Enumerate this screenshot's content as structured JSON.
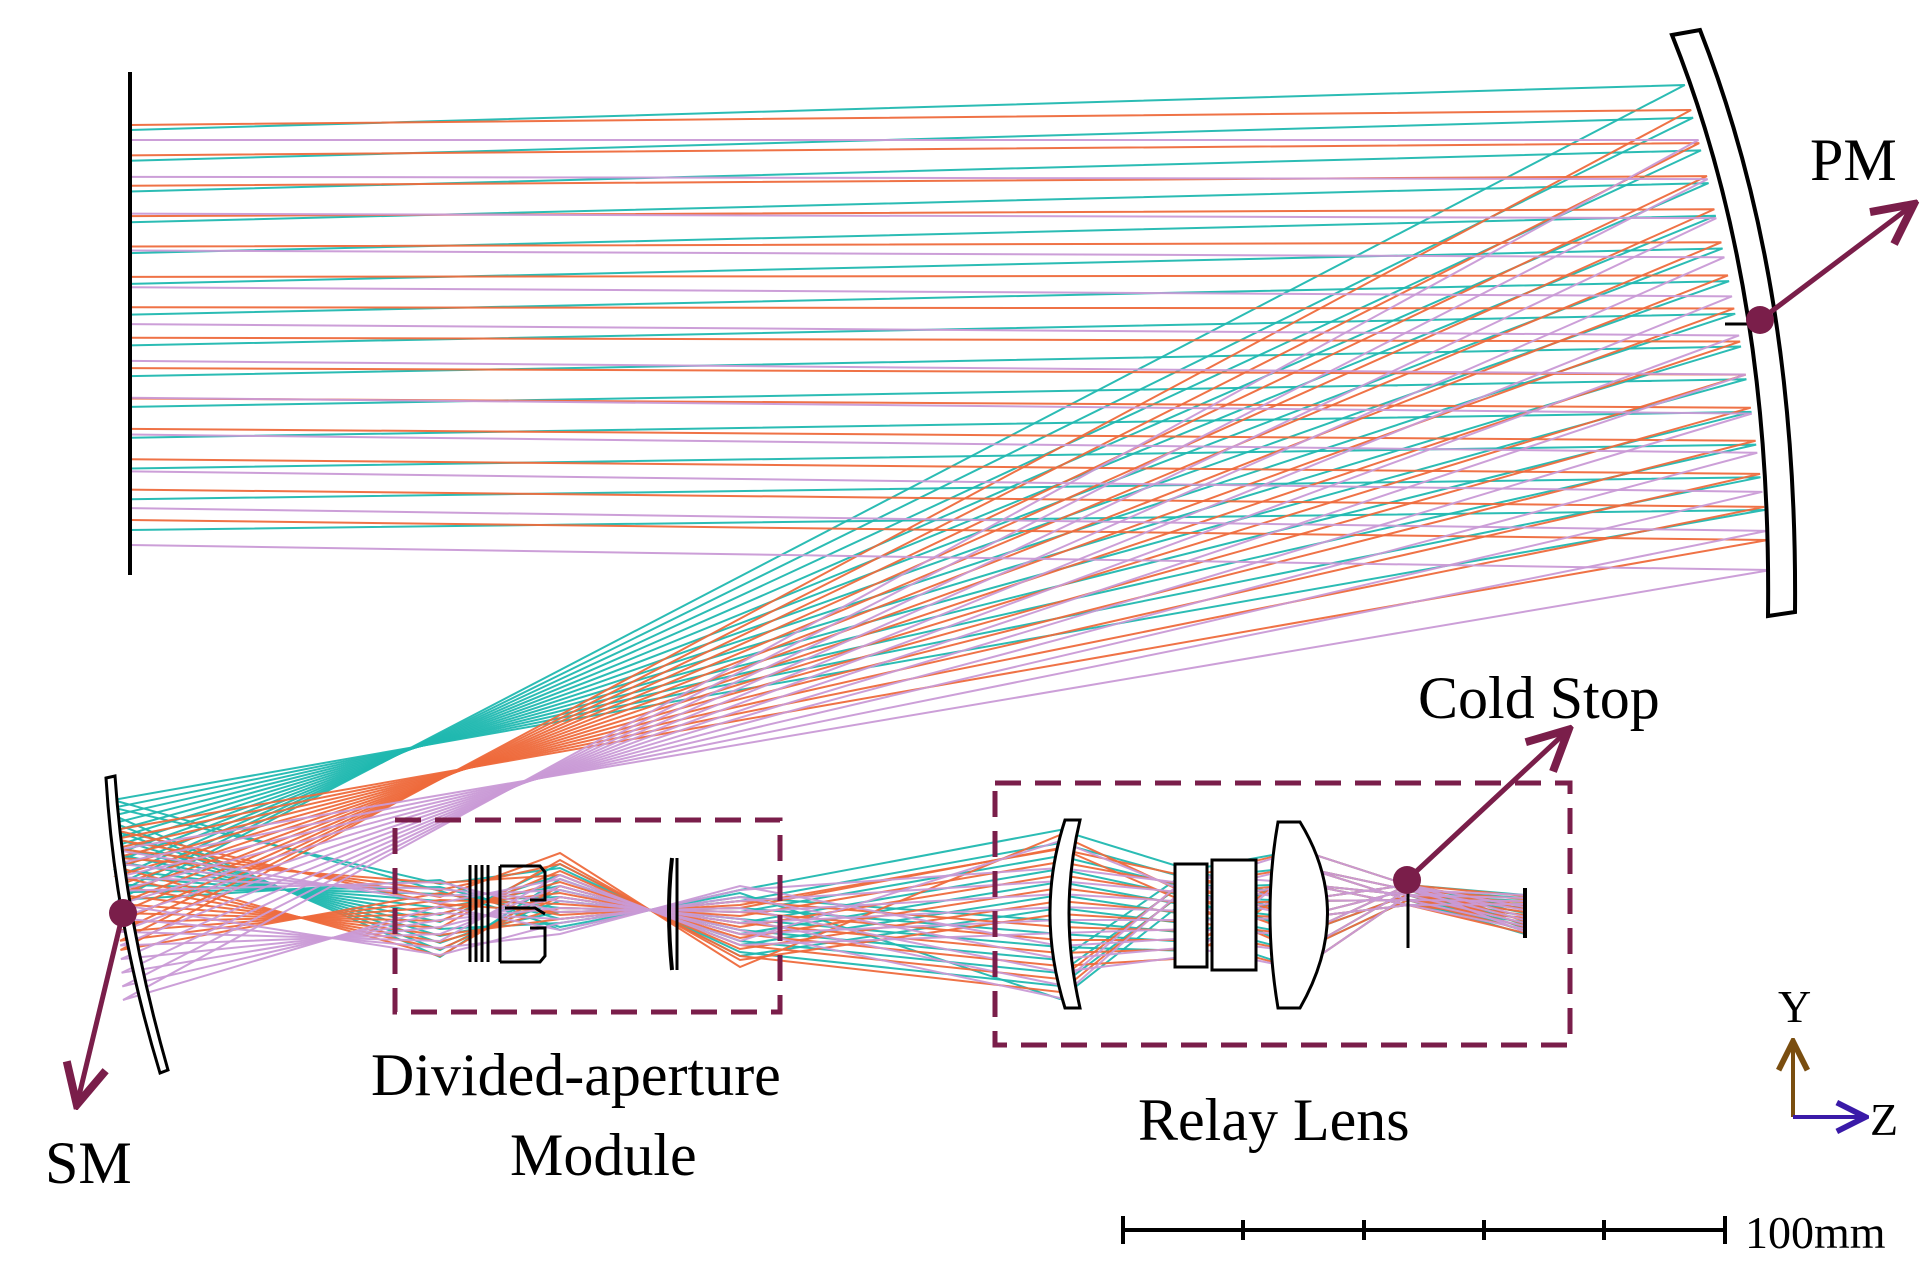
{
  "labels": {
    "pm": "PM",
    "sm": "SM",
    "cold_stop": "Cold Stop",
    "divided_aperture_line1": "Divided-aperture",
    "divided_aperture_line2": "Module",
    "relay_lens": "Relay Lens",
    "axis_y": "Y",
    "axis_z": "Z",
    "scale": "100mm"
  },
  "colors": {
    "ray_cyan": "#20b8b0",
    "ray_orange": "#ee6a3c",
    "ray_violet": "#c99ad6",
    "callout": "#7a1e4a",
    "axis_y": "#7a4e10",
    "axis_z": "#3a1aa8",
    "optics": "#000000"
  }
}
